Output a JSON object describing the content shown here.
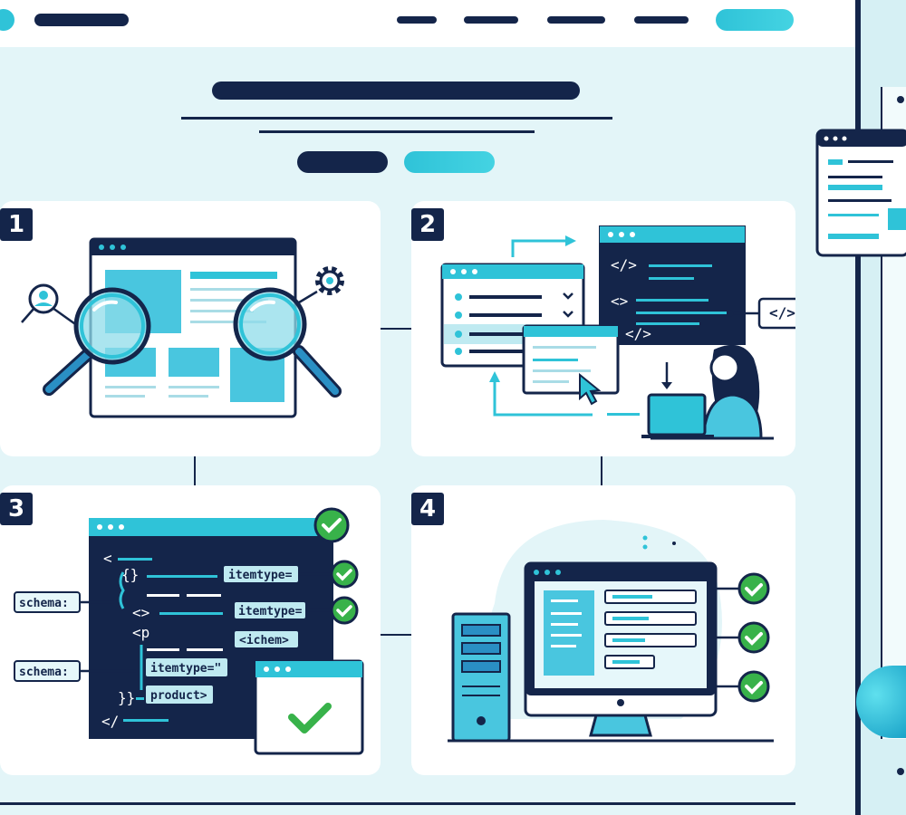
{
  "steps": [
    {
      "number": "1"
    },
    {
      "number": "2"
    },
    {
      "number": "3"
    },
    {
      "number": "4"
    }
  ],
  "step2": {
    "code_tag": "</>",
    "code_lines": [
      "</>",
      "<>",
      "</>"
    ]
  },
  "step3": {
    "schema_labels": [
      "schema:",
      "schema:"
    ],
    "code_tags": [
      "itemtype=",
      "itemtype=",
      "<ichem>",
      "itemtype=\"",
      "product>"
    ],
    "code_symbols": [
      "<",
      "{}",
      "<>",
      "<p",
      "}}",
      "</"
    ]
  },
  "colors": {
    "navy": "#14254a",
    "cyan": "#2fc3d8",
    "green": "#38b24a",
    "background": "#e3f5f8"
  }
}
